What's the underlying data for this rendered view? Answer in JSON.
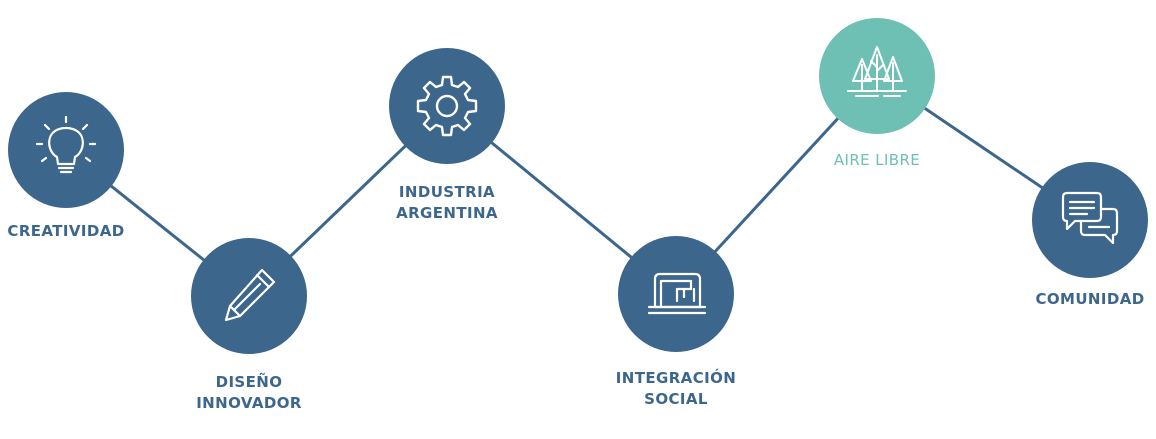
{
  "colors": {
    "primary": "#3c668c",
    "accent": "#6ec0b5",
    "line": "#3c668c",
    "label": "#3c668c",
    "accent_label": "#6ec0b5"
  },
  "nodes": [
    {
      "id": "creatividad",
      "icon": "lightbulb-icon",
      "lines": [
        "CREATIVIDAD"
      ]
    },
    {
      "id": "diseno-innovador",
      "icon": "pencil-icon",
      "lines": [
        "DISEÑO",
        "INNOVADOR"
      ]
    },
    {
      "id": "industria-argentina",
      "icon": "gear-icon",
      "lines": [
        "INDUSTRIA",
        "ARGENTINA"
      ]
    },
    {
      "id": "integracion-social",
      "icon": "sewing-machine-icon",
      "lines": [
        "INTEGRACIÓN",
        "SOCIAL"
      ]
    },
    {
      "id": "aire-libre",
      "icon": "trees-icon",
      "lines": [
        "AIRE LIBRE"
      ],
      "highlighted": true
    },
    {
      "id": "comunidad",
      "icon": "chat-bubbles-icon",
      "lines": [
        "COMUNIDAD"
      ]
    }
  ]
}
